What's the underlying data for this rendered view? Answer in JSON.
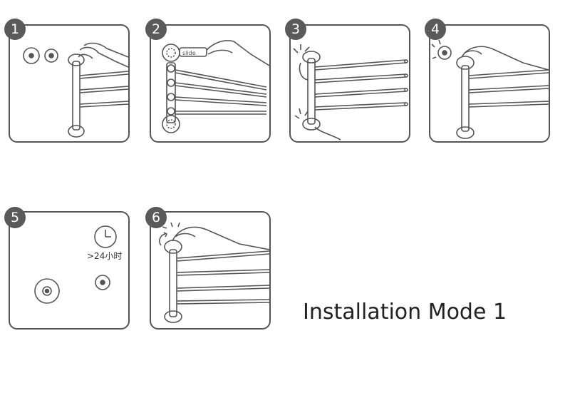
{
  "steps": [
    {
      "number": "1"
    },
    {
      "number": "2",
      "label": "slide"
    },
    {
      "number": "3"
    },
    {
      "number": "4"
    },
    {
      "number": "5",
      "note": ">24小时"
    },
    {
      "number": "6"
    }
  ],
  "title": "Installation Mode 1",
  "colors": {
    "stroke": "#555555",
    "badge": "#5a5a5a"
  }
}
